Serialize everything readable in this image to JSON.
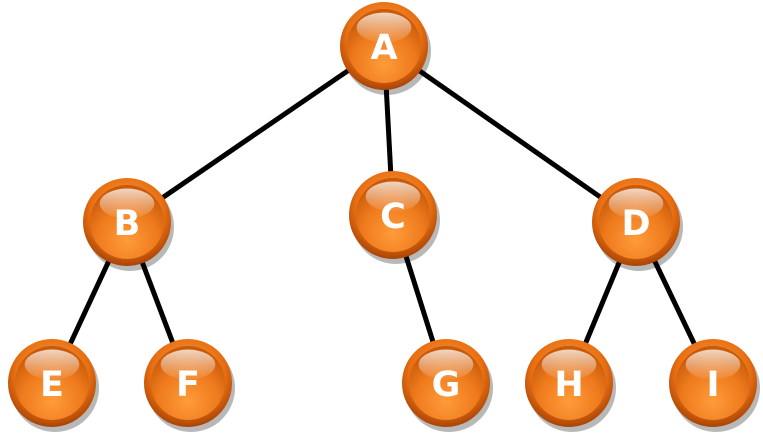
{
  "colors": {
    "edge": "#000000",
    "node_fill": "#ee7a1c",
    "node_dark": "#b84a05",
    "node_light": "#ffb35c",
    "label": "#ffffff"
  },
  "nodes": [
    {
      "id": "A",
      "label": "A"
    },
    {
      "id": "B",
      "label": "B"
    },
    {
      "id": "C",
      "label": "C"
    },
    {
      "id": "D",
      "label": "D"
    },
    {
      "id": "E",
      "label": "E"
    },
    {
      "id": "F",
      "label": "F"
    },
    {
      "id": "G",
      "label": "G"
    },
    {
      "id": "H",
      "label": "H"
    },
    {
      "id": "I",
      "label": "I"
    }
  ],
  "edges": [
    {
      "from": "A",
      "to": "B"
    },
    {
      "from": "A",
      "to": "C"
    },
    {
      "from": "A",
      "to": "D"
    },
    {
      "from": "B",
      "to": "E"
    },
    {
      "from": "B",
      "to": "F"
    },
    {
      "from": "C",
      "to": "G"
    },
    {
      "from": "D",
      "to": "H"
    },
    {
      "from": "D",
      "to": "I"
    }
  ]
}
